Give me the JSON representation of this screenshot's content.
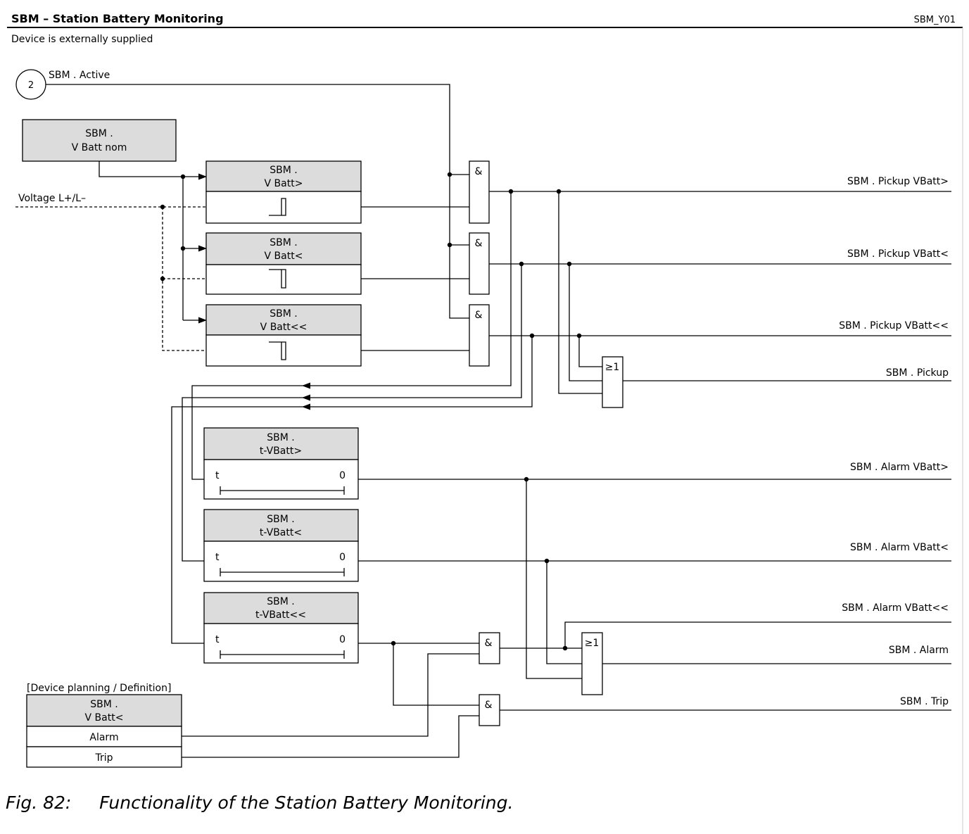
{
  "header": {
    "title": "SBM – Station Battery Monitoring",
    "id": "SBM_Y01",
    "note": "Device is externally supplied"
  },
  "active": {
    "num": "2",
    "label": "SBM . Active"
  },
  "vbatt_nom": {
    "l1": "SBM .",
    "l2": "V Batt nom"
  },
  "voltage_label": "Voltage L+/L–",
  "thresholds": [
    {
      "l1": "SBM .",
      "l2": "V Batt>"
    },
    {
      "l1": "SBM .",
      "l2": "V Batt<"
    },
    {
      "l1": "SBM .",
      "l2": "V Batt<<"
    }
  ],
  "and_symbol": "&",
  "or_symbol": "≥1",
  "timers": [
    {
      "l1": "SBM .",
      "l2": "t-VBatt>",
      "t": "t",
      "z": "0"
    },
    {
      "l1": "SBM .",
      "l2": "t-VBatt<",
      "t": "t",
      "z": "0"
    },
    {
      "l1": "SBM .",
      "l2": "t-VBatt<<",
      "t": "t",
      "z": "0"
    }
  ],
  "outputs": {
    "pickup_gt": "SBM . Pickup VBatt>",
    "pickup_lt": "SBM . Pickup VBatt<",
    "pickup_llt": "SBM . Pickup VBatt<<",
    "pickup": "SBM . Pickup",
    "alarm_gt": "SBM . Alarm VBatt>",
    "alarm_lt": "SBM . Alarm VBatt<",
    "alarm_llt": "SBM . Alarm VBatt<<",
    "alarm": "SBM . Alarm",
    "trip": "SBM . Trip"
  },
  "planning": {
    "label": "[Device planning / Definition]",
    "l1": "SBM .",
    "l2": "V Batt<",
    "alarm": "Alarm",
    "trip": "Trip"
  },
  "caption": {
    "fig": "Fig. 82:",
    "text": "Functionality of the Station Battery Monitoring."
  }
}
